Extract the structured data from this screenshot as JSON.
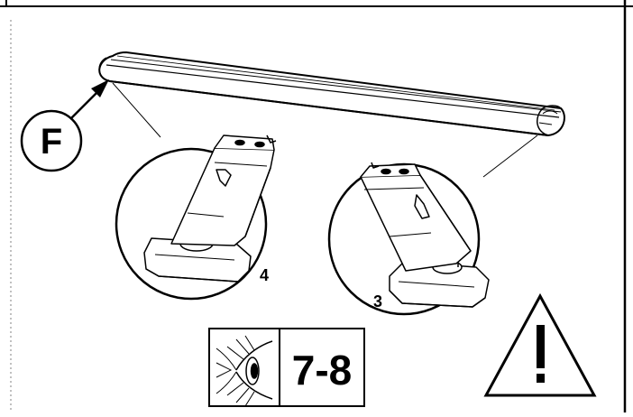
{
  "callout_letter": "F",
  "detail_left_number": "4",
  "detail_right_number": "3",
  "step_reference": "7-8",
  "icons": {
    "eye": "eye-icon",
    "warning": "warning-triangle-icon"
  },
  "colors": {
    "ink": "#000000",
    "paper": "#ffffff",
    "guide_line": "#808080"
  }
}
